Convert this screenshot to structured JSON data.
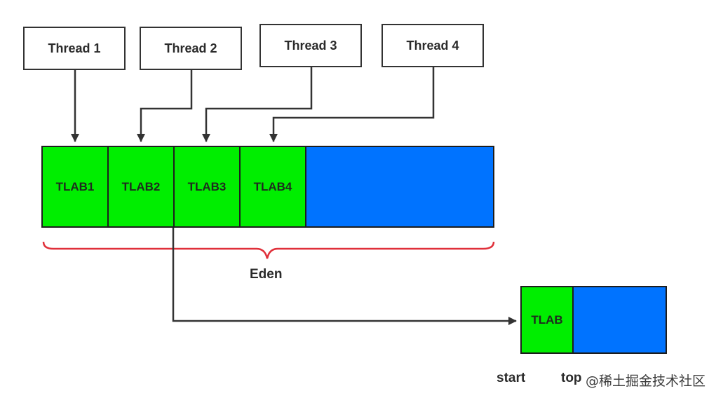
{
  "threads": [
    {
      "label": "Thread 1"
    },
    {
      "label": "Thread 2"
    },
    {
      "label": "Thread 3"
    },
    {
      "label": "Thread 4"
    }
  ],
  "eden_blocks": [
    {
      "label": "TLAB1"
    },
    {
      "label": "TLAB2"
    },
    {
      "label": "TLAB3"
    },
    {
      "label": "TLAB4"
    }
  ],
  "eden_label": "Eden",
  "detail_tlab_label": "TLAB",
  "pointer_labels": {
    "start": "start",
    "top": "top",
    "watermark": "@稀土掘金技术社区"
  },
  "colors": {
    "tlab": "#00ee00",
    "free_space": "#0073ff",
    "brace": "#e0303a",
    "lines": "#333333"
  }
}
